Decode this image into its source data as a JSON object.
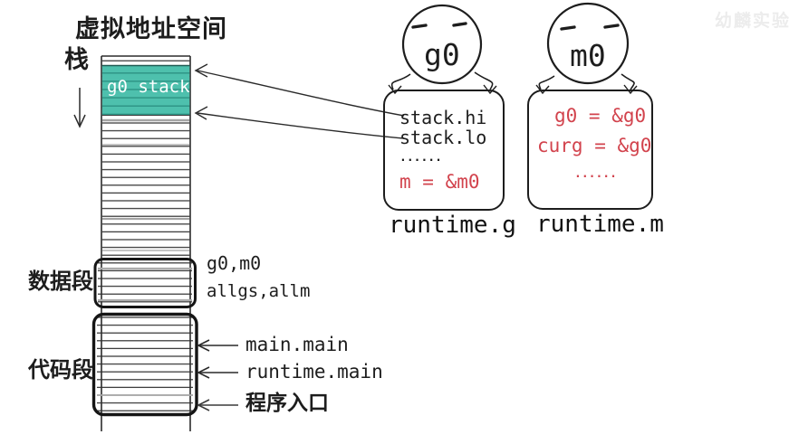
{
  "title": "虚拟地址空间",
  "watermark": "幼麟实验",
  "memory_map": {
    "stack_label": "栈",
    "g0_stack_region": "g0 stack",
    "data_segment_label": "数据段",
    "code_segment_label": "代码段",
    "data_annotation_1": "g0,m0",
    "data_annotation_2": "allgs,allm",
    "code_annotation_1": "main.main",
    "code_annotation_2": "runtime.main",
    "code_annotation_3": "程序入口"
  },
  "g0": {
    "name": "g0",
    "struct_caption": "runtime.g",
    "field_stack_hi": "stack.hi",
    "field_stack_lo": "stack.lo",
    "ellipsis": "......",
    "field_m": "m = &m0"
  },
  "m0": {
    "name": "m0",
    "struct_caption": "runtime.m",
    "field_g0": "g0 = &g0",
    "field_curg": "curg = &g0",
    "ellipsis": "......"
  },
  "colors": {
    "teal": "#4ec0ad",
    "red": "#d2434d",
    "ink": "#1d1d1d",
    "gray_line": "#a5a5a5",
    "watermark": "#ececec"
  }
}
